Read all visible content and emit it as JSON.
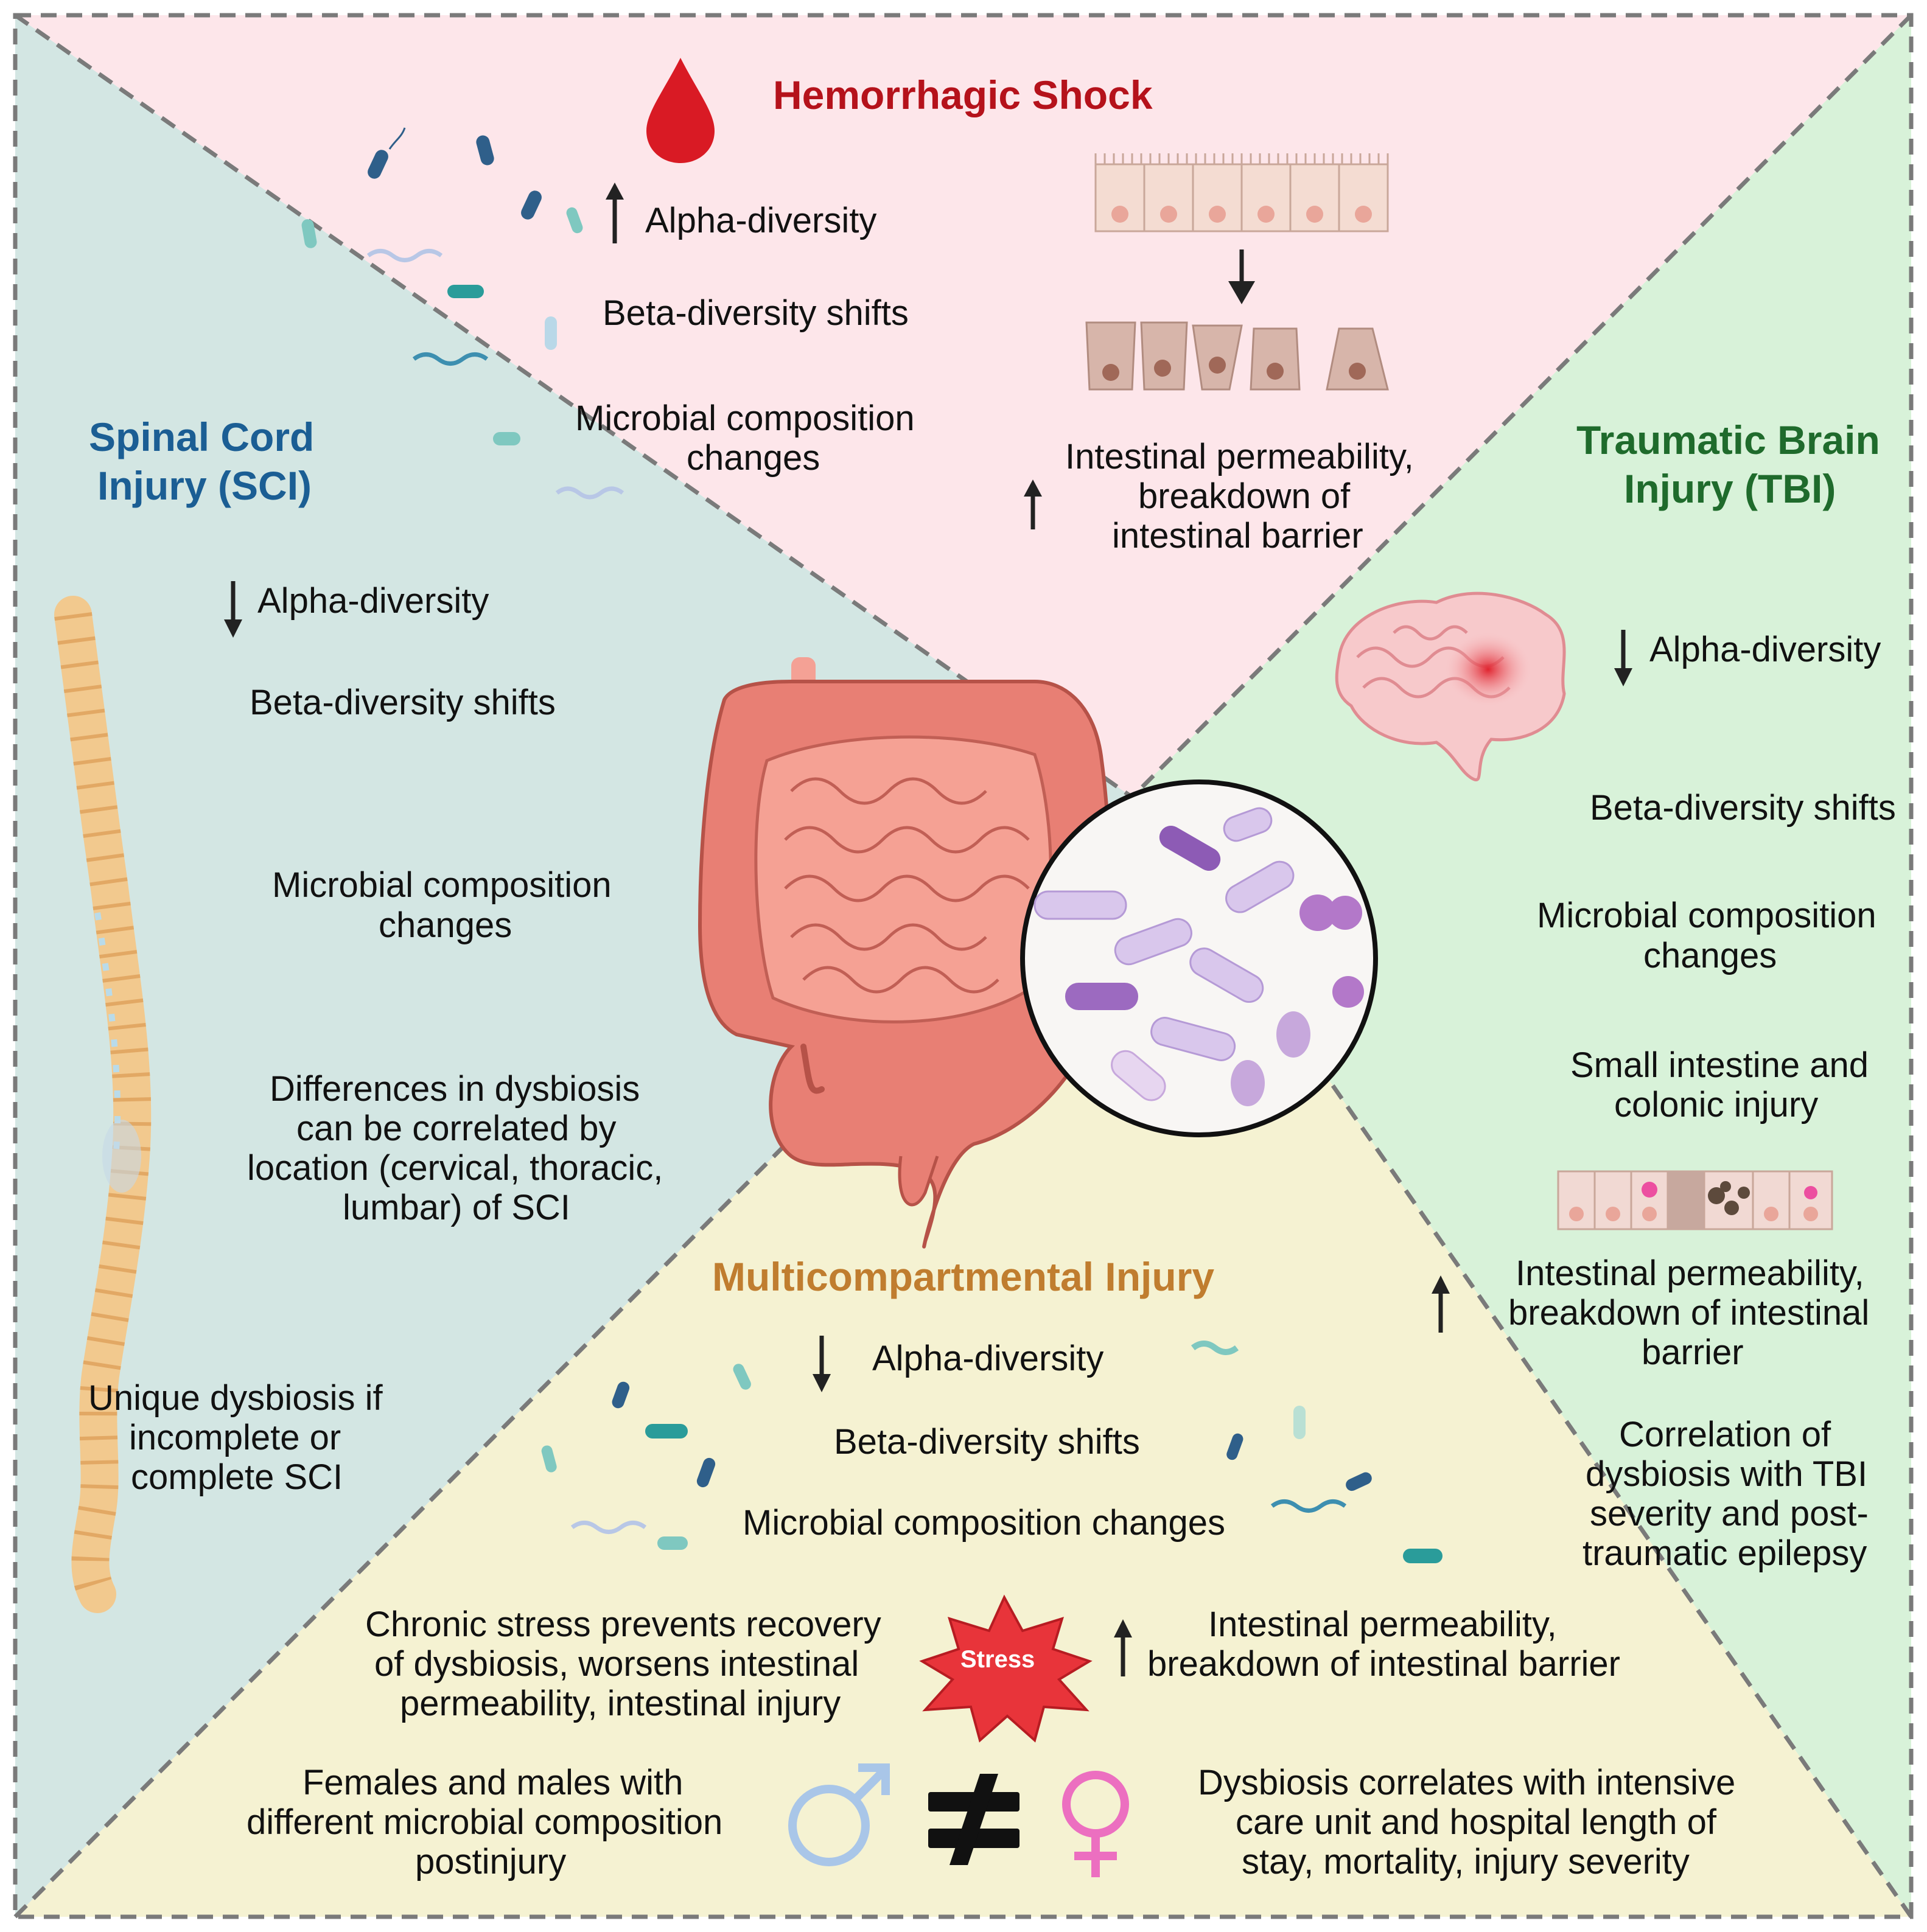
{
  "hemorrhagic": {
    "title": "Hemorrhagic Shock",
    "alpha": "Alpha-diversity",
    "beta": "Beta-diversity shifts",
    "micro1": "Microbial composition",
    "micro2": "changes",
    "perm1": "Intestinal permeability,",
    "perm2": "breakdown of",
    "perm3": "intestinal barrier"
  },
  "sci": {
    "title1": "Spinal Cord",
    "title2": "Injury (SCI)",
    "alpha": "Alpha-diversity",
    "beta": "Beta-diversity shifts",
    "micro1": "Microbial composition",
    "micro2": "changes",
    "diff1": "Differences in dysbiosis",
    "diff2": "can be correlated by",
    "diff3": "location (cervical, thoracic,",
    "diff4": "lumbar) of SCI",
    "uniq1": "Unique dysbiosis if",
    "uniq2": "incomplete or",
    "uniq3": "complete SCI"
  },
  "tbi": {
    "title1": "Traumatic Brain",
    "title2": "Injury (TBI)",
    "alpha": "Alpha-diversity",
    "beta": "Beta-diversity shifts",
    "micro1": "Microbial composition",
    "micro2": "changes",
    "small1": "Small intestine and",
    "small2": "colonic injury",
    "perm1": "Intestinal permeability,",
    "perm2": "breakdown of intestinal",
    "perm3": "barrier",
    "corr1": "Correlation of",
    "corr2": "dysbiosis with TBI",
    "corr3": "severity and post-",
    "corr4": "traumatic epilepsy"
  },
  "multi": {
    "title": "Multicompartmental Injury",
    "alpha": "Alpha-diversity",
    "beta": "Beta-diversity shifts",
    "micro": "Microbial composition changes",
    "chronic1": "Chronic stress prevents recovery",
    "chronic2": "of dysbiosis, worsens intestinal",
    "chronic3": "permeability, intestinal injury",
    "stress": "Stress",
    "perm1": "Intestinal permeability,",
    "perm2": "breakdown of intestinal barrier",
    "sex1": "Females and males with",
    "sex2": "different microbial composition",
    "sex3": "postinjury",
    "icu1": "Dysbiosis correlates with intensive",
    "icu2": "care unit and hospital length of",
    "icu3": "stay, mortality,  injury severity"
  },
  "colors": {
    "hemorrhagic_bg": "#fde6ea",
    "sci_bg": "#d3e6e3",
    "tbi_bg": "#d8f2d9",
    "multi_bg": "#f5f2d2",
    "hemorrhagic_title": "#b5121b",
    "sci_title": "#1b5e94",
    "tbi_title": "#1f6b2c",
    "multi_title": "#c07d2f",
    "stress": "#e8343a",
    "male": "#a9c6e8",
    "female": "#ec6fc0"
  }
}
